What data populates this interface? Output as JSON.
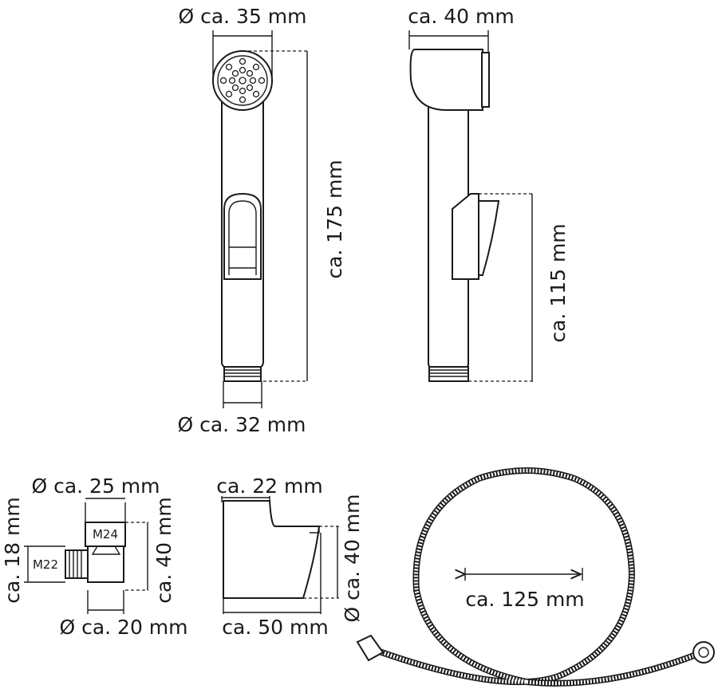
{
  "front_view": {
    "head_diameter": "Ø ca. 35 mm",
    "length": "ca. 175 mm",
    "base_diameter": "Ø ca. 32 mm"
  },
  "side_view": {
    "head_depth": "ca. 40 mm",
    "trigger_height": "ca. 115 mm"
  },
  "adapter": {
    "diameter_top": "Ø ca. 25 mm",
    "side_height": "ca. 18 mm",
    "thread_top": "M24",
    "thread_side": "M22",
    "height": "ca. 40 mm",
    "diameter_bottom": "Ø ca. 20 mm"
  },
  "holder": {
    "top_width": "ca. 22 mm",
    "bottom_width": "ca. 50 mm",
    "diameter": "Ø ca. 40 mm"
  },
  "hose": {
    "length": "ca. 125 mm"
  }
}
